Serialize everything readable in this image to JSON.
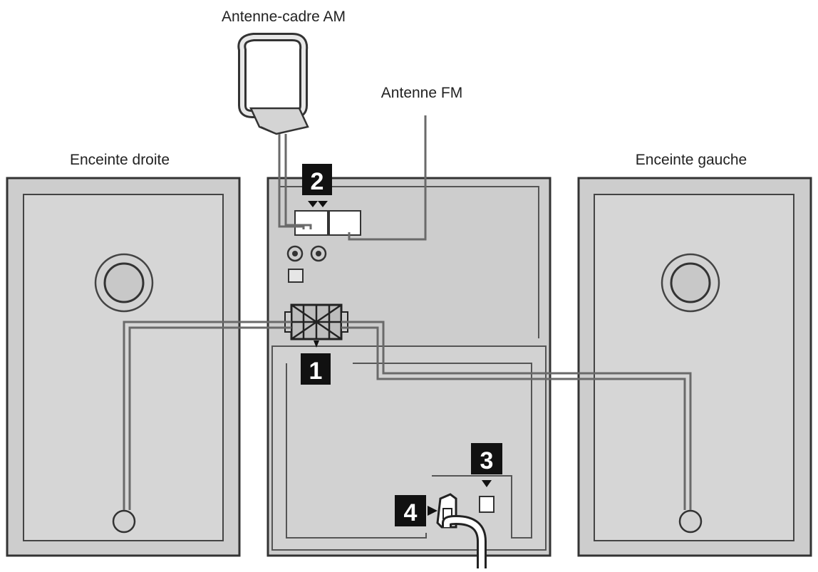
{
  "labels": {
    "am_antenna": "Antenne-cadre AM",
    "fm_antenna": "Antenne FM",
    "right_speaker": "Enceinte droite",
    "left_speaker": "Enceinte gauche"
  },
  "callouts": {
    "speaker_terminals": "1",
    "antenna_terminals": "2",
    "voltage_selector": "3",
    "power_inlet": "4"
  },
  "colors": {
    "panel_fill": "#cdcdcd",
    "outline": "#333333",
    "badge": "#111111",
    "wire": "#6a6a6a"
  }
}
